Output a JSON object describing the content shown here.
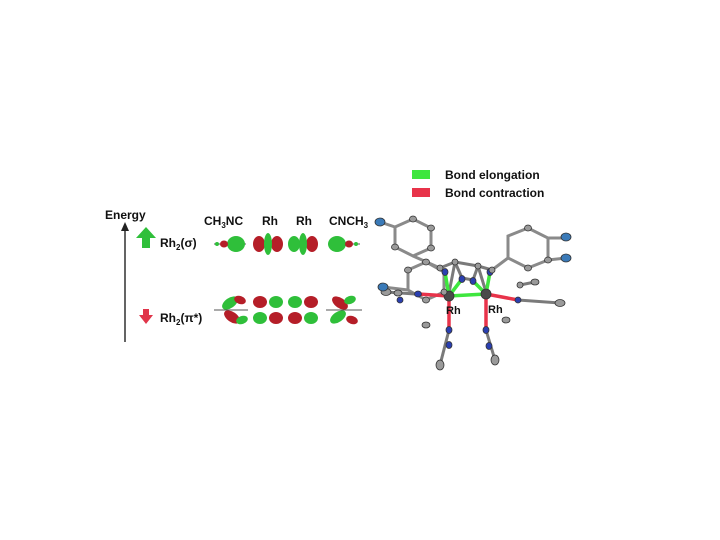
{
  "energy_axis": {
    "label": "Energy"
  },
  "orbital_levels": [
    {
      "label_main": "Rh",
      "label_sub": "2",
      "label_tail": "(σ)",
      "shift": "up",
      "arrow_color": "#2fbf3a"
    },
    {
      "label_main": "Rh",
      "label_sub": "2",
      "label_tail": "(π*)",
      "shift": "down",
      "arrow_color": "#e0354a"
    }
  ],
  "fragment_headers": [
    {
      "main": "CH",
      "sub": "3",
      "tail": "NC"
    },
    {
      "main": "Rh",
      "sub": "",
      "tail": ""
    },
    {
      "main": "Rh",
      "sub": "",
      "tail": ""
    },
    {
      "main": "CNCH",
      "sub": "3",
      "tail": ""
    }
  ],
  "legend": [
    {
      "label": "Bond elongation",
      "color": "#3ee63e"
    },
    {
      "label": "Bond contraction",
      "color": "#e8334a"
    }
  ],
  "structure": {
    "atom_labels": [
      "Rh",
      "Rh"
    ]
  },
  "colors": {
    "lobe_green": "#2fbf3a",
    "lobe_red": "#b51e28",
    "bond_gray": "#7a7a7a",
    "nitrogen": "#2a3fb0"
  }
}
